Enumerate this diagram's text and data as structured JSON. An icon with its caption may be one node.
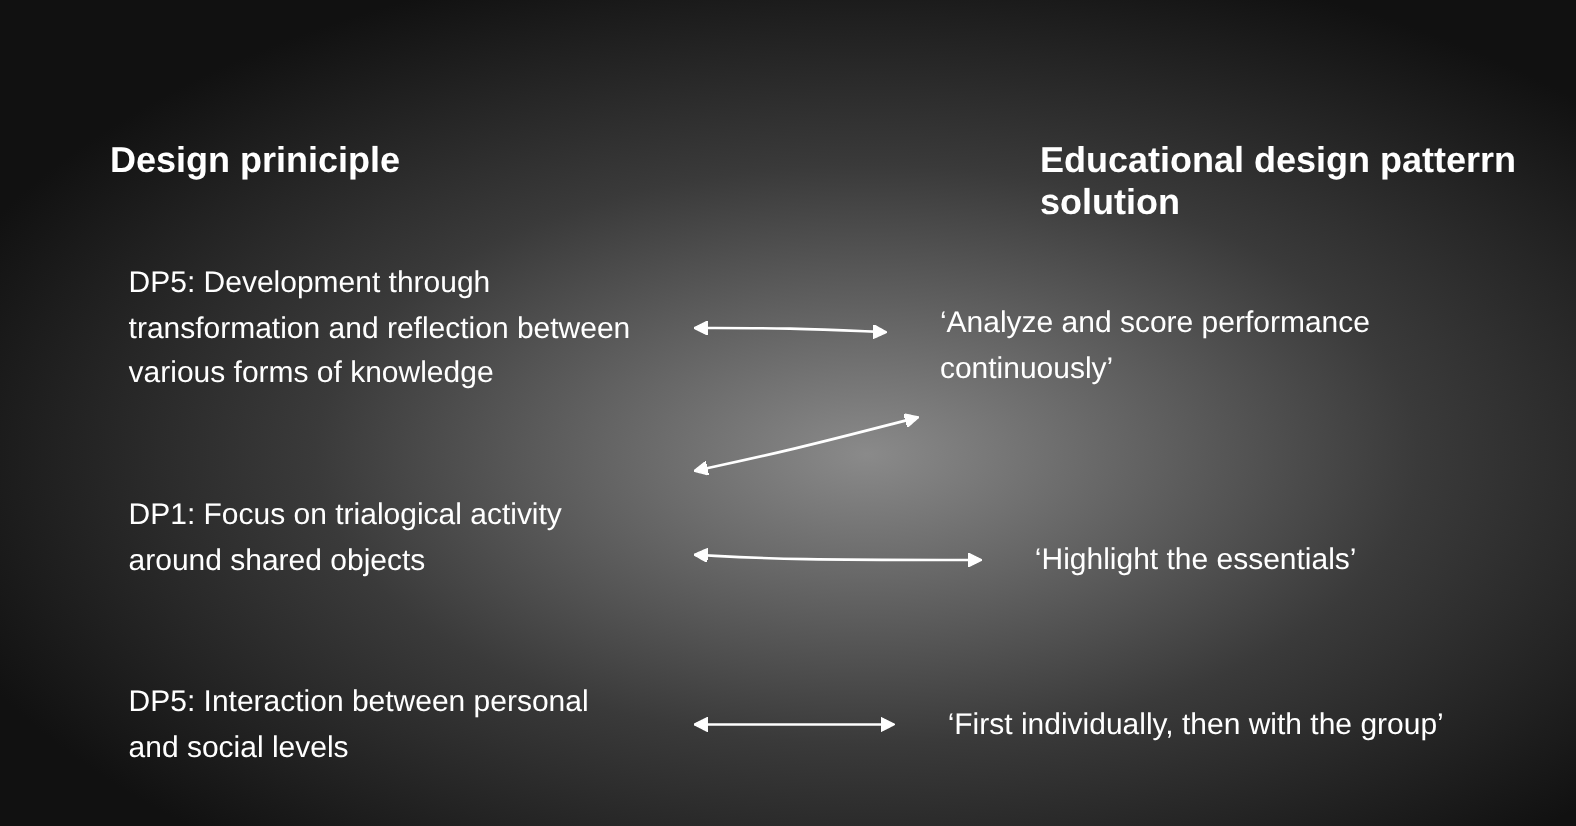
{
  "diagram": {
    "nodes": [
      {
        "text": [
          "DP1: Focus on trialogical activity around shared objects"
        ]
      },
      {
        "text": [
          "DP5: Development through transformation and reflection between various forms of knowledge"
        ]
      },
      {
        "text": [
          "DP5: Interaction between personal and social levels"
        ]
      },
      {
        "text": [
          "‘Analyze and score performance continuously’"
        ]
      },
      {
        "text": [
          "‘Highlight the essentials’"
        ]
      },
      {
        "text": [
          "‘First individually, then with the group’"
        ]
      }
    ],
    "edges": [
      {
        "from": 0,
        "to": 3,
        "arrow": "both"
      },
      {
        "from": 1,
        "to": 3,
        "arrow": "both"
      },
      {
        "from": 0,
        "to": 4,
        "arrow": "both"
      },
      {
        "from": 2,
        "to": 5,
        "arrow": "both"
      }
    ],
    "labels": [
      "Design priniciple",
      "Educational design patterrn solution"
    ]
  }
}
